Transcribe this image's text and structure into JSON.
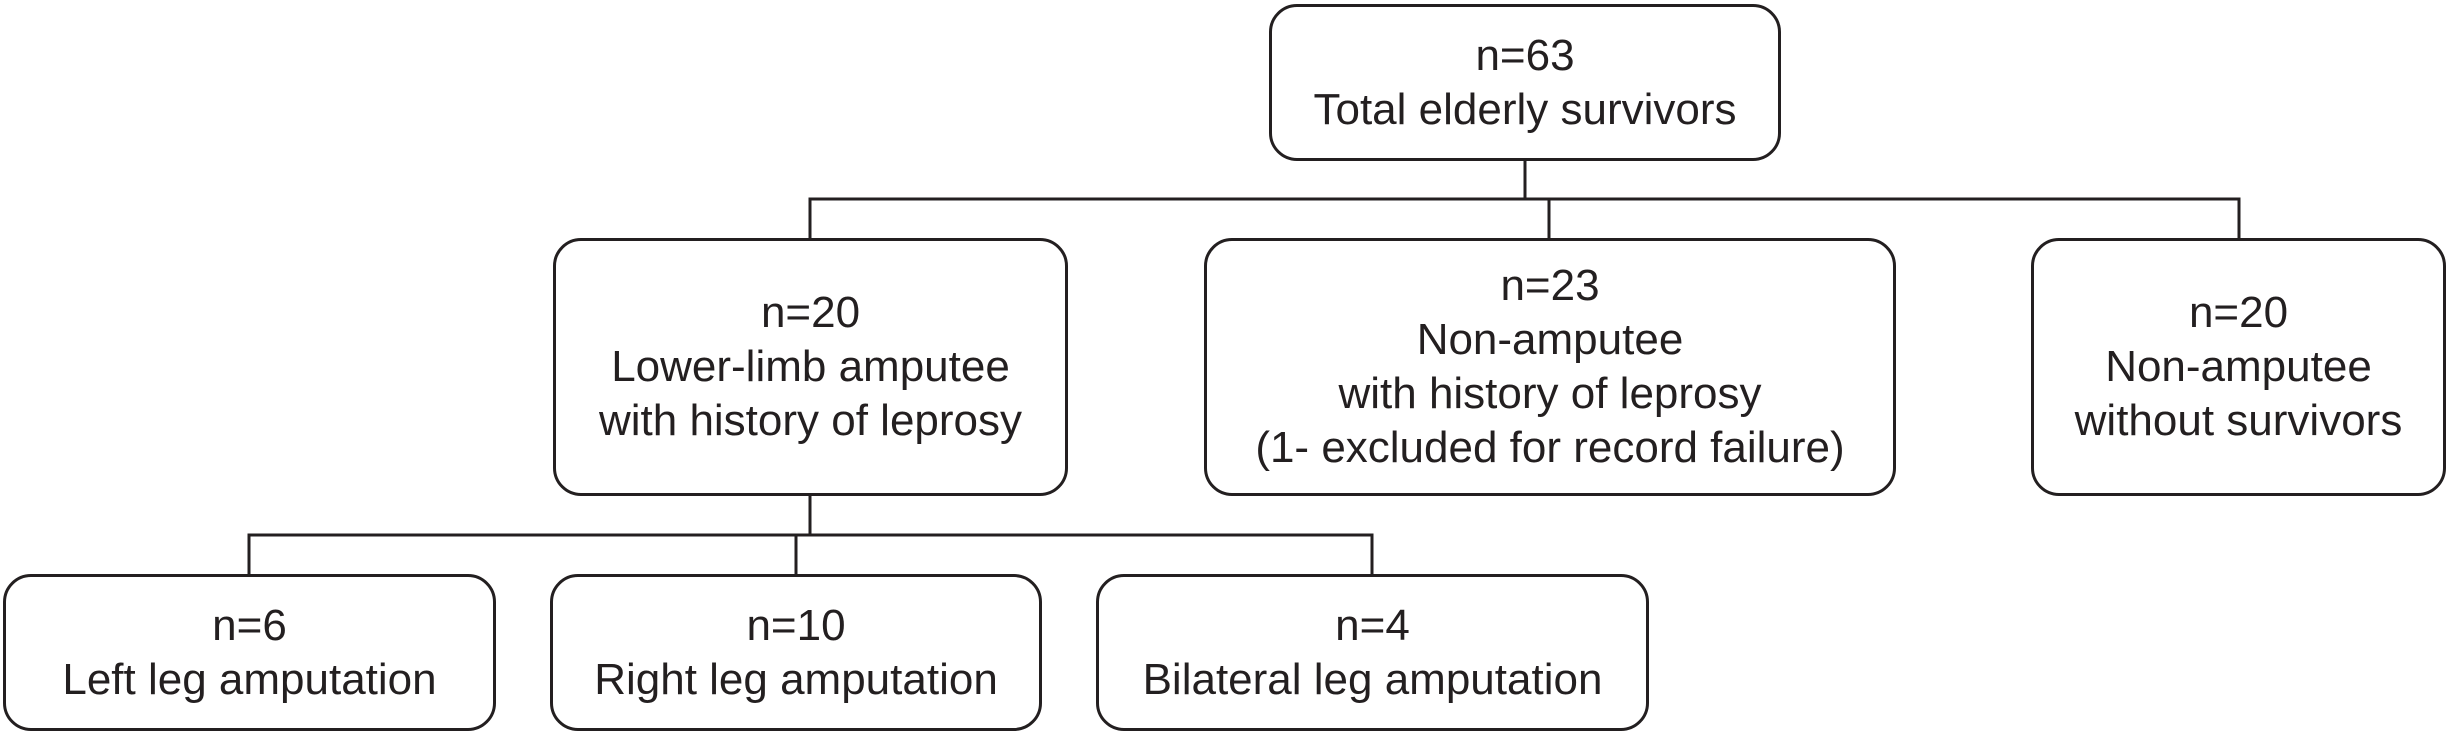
{
  "flowchart": {
    "total": {
      "count": "n=63",
      "label": "Total elderly survivors"
    },
    "amputee_leprosy": {
      "count": "n=20",
      "line1": "Lower-limb amputee",
      "line2": "with history of leprosy"
    },
    "nonamputee_leprosy": {
      "count": "n=23",
      "line1": "Non-amputee",
      "line2": "with history of leprosy",
      "line3": "(1- excluded for record failure)"
    },
    "nonamputee_control": {
      "count": "n=20",
      "line1": "Non-amputee",
      "line2": "without survivors"
    },
    "left_leg": {
      "count": "n=6",
      "label": "Left leg amputation"
    },
    "right_leg": {
      "count": "n=10",
      "label": "Right leg amputation"
    },
    "bilateral_leg": {
      "count": "n=4",
      "label": "Bilateral leg amputation"
    }
  }
}
